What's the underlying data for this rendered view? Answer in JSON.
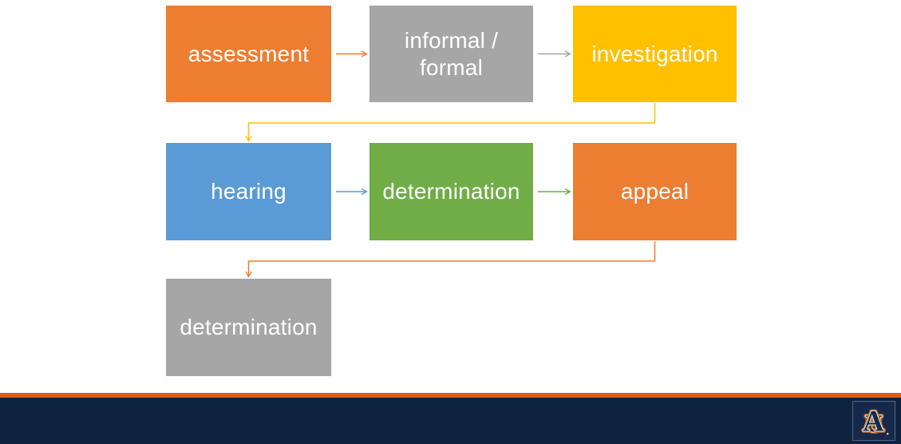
{
  "slide": {
    "background_color": "#FFFFFF",
    "footer": {
      "stripe_color": "#DD5C0D",
      "bar_color": "#0E2340"
    },
    "logo": {
      "name": "auburn-au-logo",
      "letter_a": "A",
      "letter_u": "U",
      "registered_mark": "®",
      "navy": "#13294E",
      "square_bg": "#16294A",
      "orange": "#C06A2E",
      "cream": "#E9E3D2"
    }
  },
  "diagram": {
    "text_color": "#FFFFFF",
    "nodes": [
      {
        "id": "assessment",
        "label": "assessment",
        "color": "#ED7D31",
        "row": 0,
        "col": 0
      },
      {
        "id": "informal-formal",
        "label": "informal /\nformal",
        "color": "#A6A6A6",
        "row": 0,
        "col": 1
      },
      {
        "id": "investigation",
        "label": "investigation",
        "color": "#FFC000",
        "row": 0,
        "col": 2
      },
      {
        "id": "hearing",
        "label": "hearing",
        "color": "#5B9BD5",
        "row": 1,
        "col": 0
      },
      {
        "id": "determination",
        "label": "determination",
        "color": "#70AD47",
        "row": 1,
        "col": 1
      },
      {
        "id": "appeal",
        "label": "appeal",
        "color": "#ED7D31",
        "row": 1,
        "col": 2
      },
      {
        "id": "final-determination",
        "label": "determination",
        "color": "#A6A6A6",
        "row": 2,
        "col": 0
      }
    ],
    "connectors": [
      {
        "from": "assessment",
        "to": "informal-formal",
        "color": "#ED7D31",
        "type": "straight"
      },
      {
        "from": "informal-formal",
        "to": "investigation",
        "color": "#A6A6A6",
        "type": "straight"
      },
      {
        "from": "investigation",
        "to": "hearing",
        "color": "#FFC000",
        "type": "elbow"
      },
      {
        "from": "hearing",
        "to": "determination",
        "color": "#5B9BD5",
        "type": "straight"
      },
      {
        "from": "determination",
        "to": "appeal",
        "color": "#70AD47",
        "type": "straight"
      },
      {
        "from": "appeal",
        "to": "final-determination",
        "color": "#ED7D31",
        "type": "elbow"
      }
    ]
  }
}
